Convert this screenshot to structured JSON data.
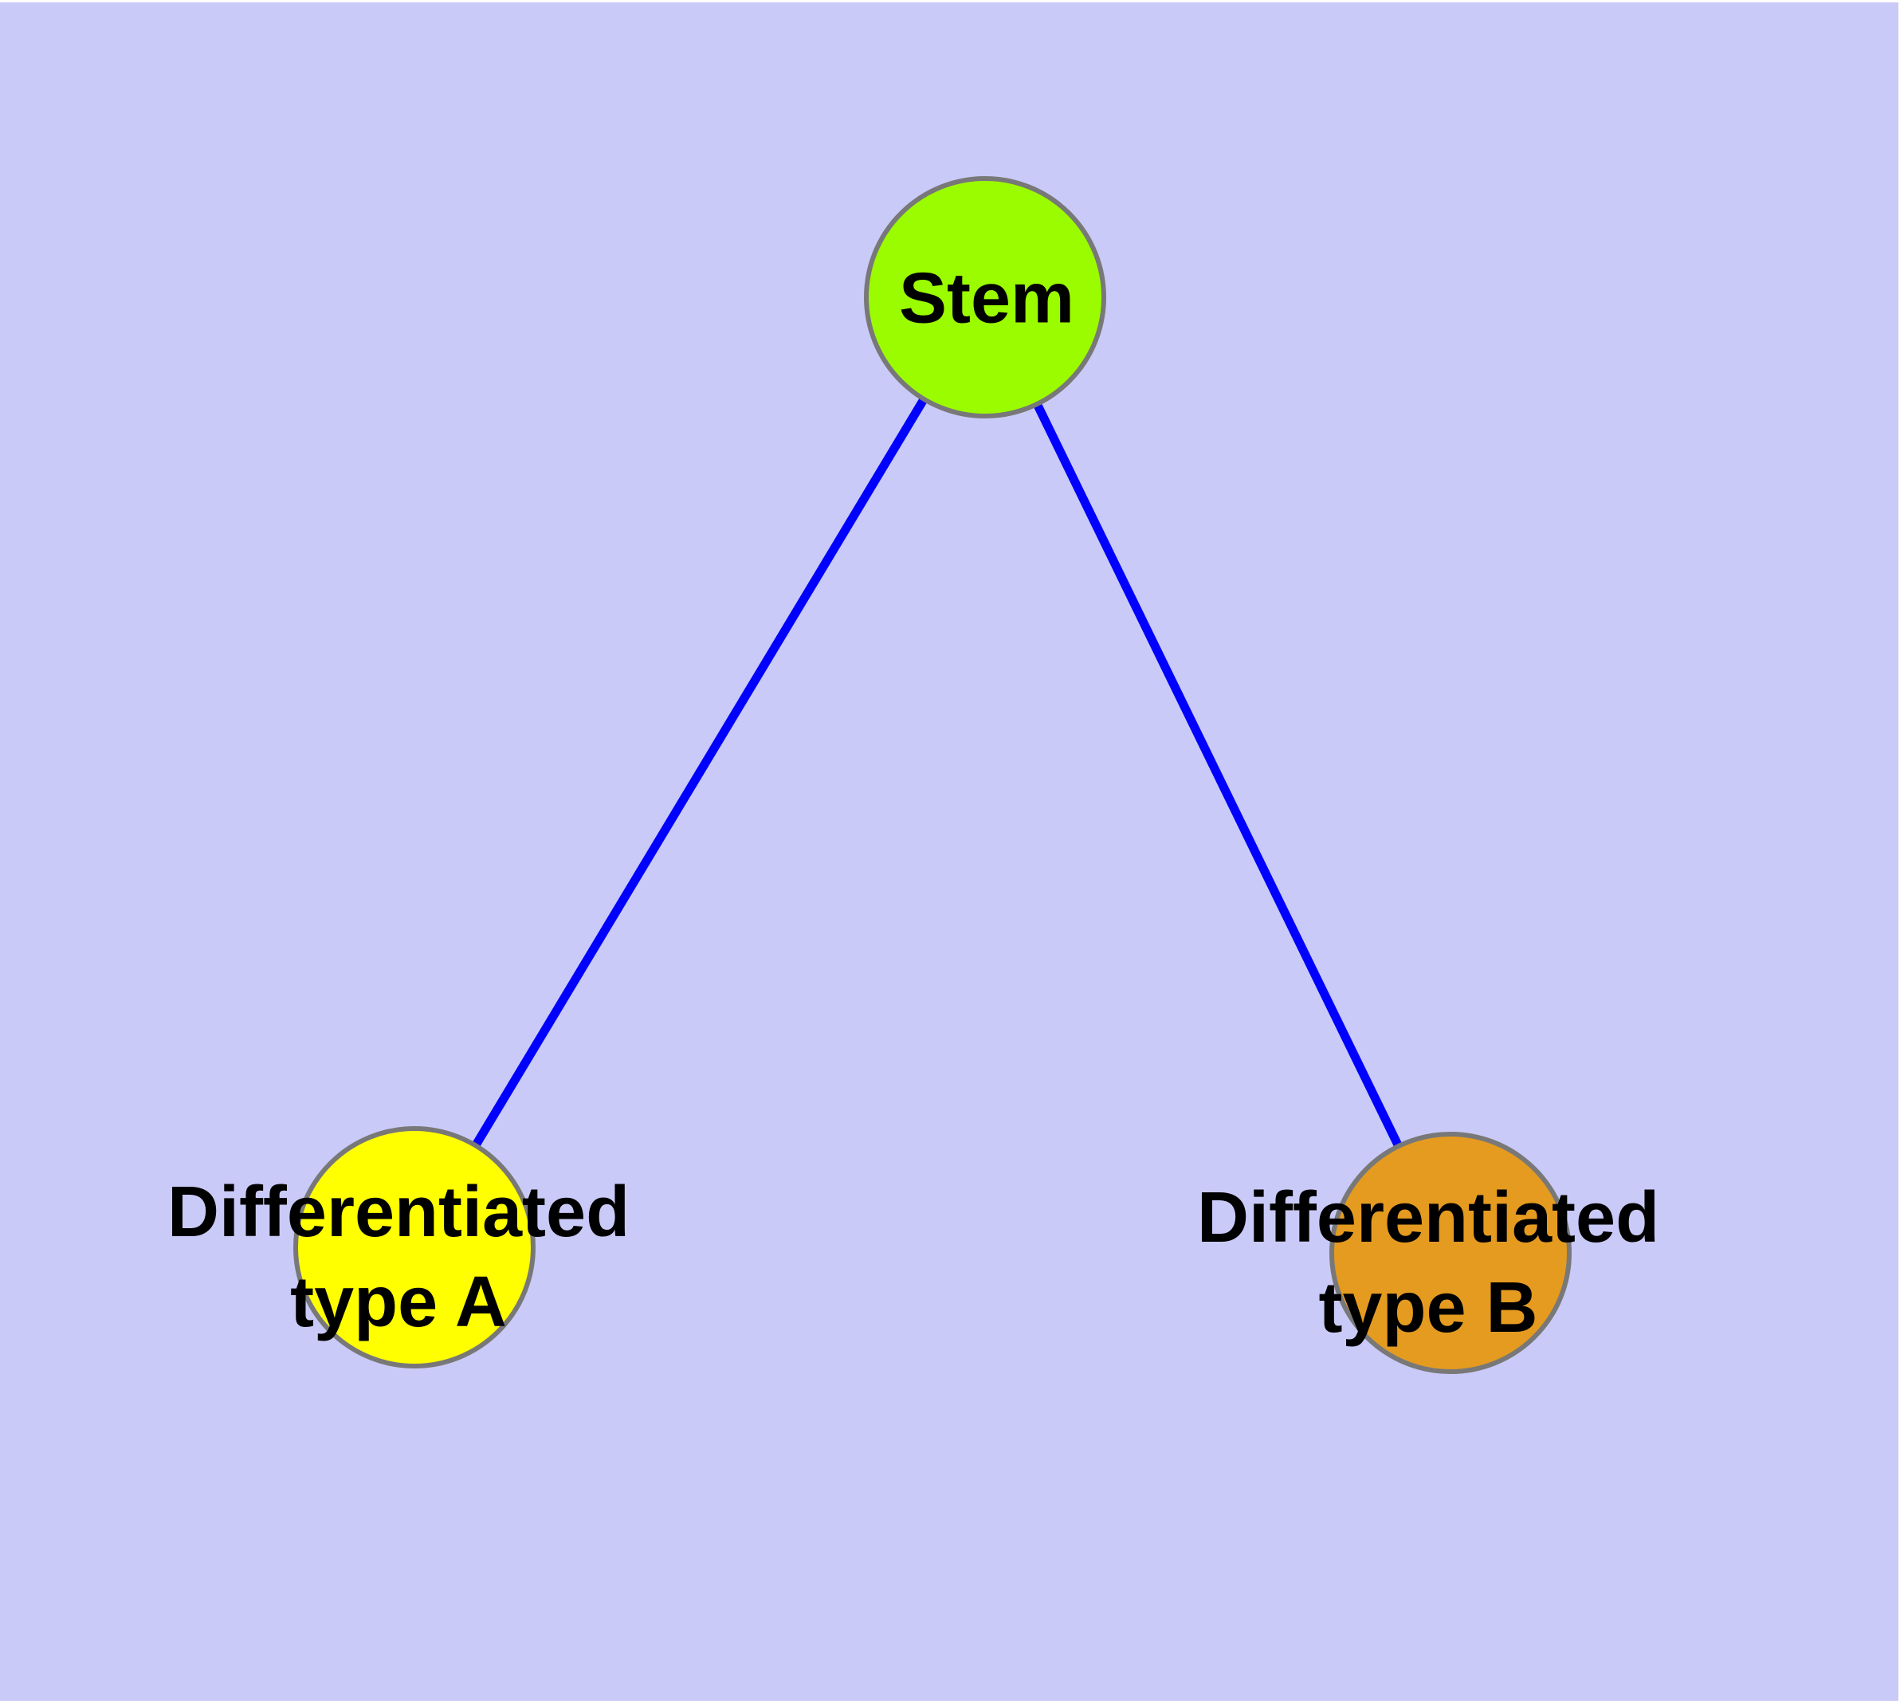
{
  "canvas": {
    "background_color": "#CACAF8",
    "page_color": "#FFFFFF"
  },
  "nodes": {
    "stem": {
      "label": "Stem",
      "fill_color": "#9BFC00",
      "border_color": "#787878",
      "text_color": "#000000"
    },
    "type_a": {
      "label_line1": "Differentiated",
      "label_line2": "type A",
      "fill_color": "#FFFF00",
      "border_color": "#787878",
      "text_color": "#000000"
    },
    "type_b": {
      "label_line1": "Differentiated",
      "label_line2": "type B",
      "fill_color": "#E59B1F",
      "border_color": "#787878",
      "text_color": "#000000"
    }
  },
  "edges": {
    "color": "#0000FF",
    "list": [
      {
        "from": "Stem",
        "to": "Differentiated type A"
      },
      {
        "from": "Stem",
        "to": "Differentiated type B"
      }
    ]
  }
}
